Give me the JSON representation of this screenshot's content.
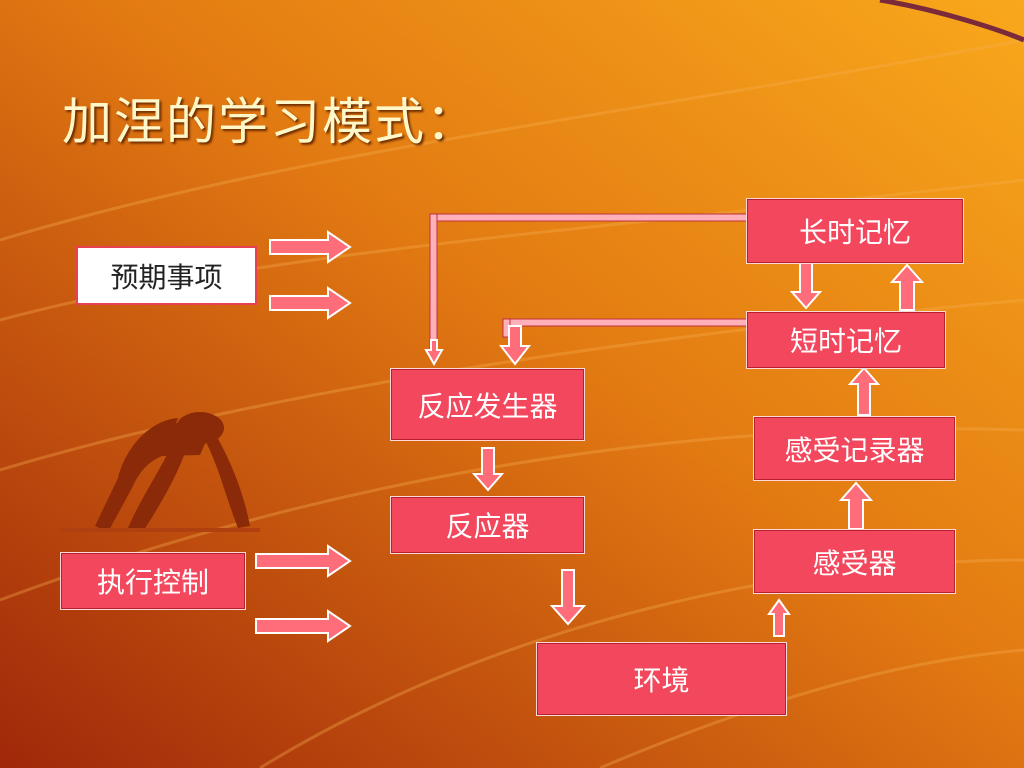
{
  "slide": {
    "title": "加涅的学习模式："
  },
  "nodes": {
    "long_term_memory": "长时记忆",
    "short_term_memory": "短时记忆",
    "sensory_register": "感受记录器",
    "receptor": "感受器",
    "response_generator": "反应发生器",
    "effector": "反应器",
    "environment": "环境",
    "expectancy": "预期事项",
    "executive_control": "执行控制"
  },
  "colors": {
    "background_light": "#f7a21c",
    "background_dark": "#a52f0a",
    "box_fill": "#f2475d",
    "title_text": "#fff7c8"
  },
  "icons": [
    "sprinter-silhouette-icon",
    "arrow-right-icon",
    "arrow-down-icon",
    "arrow-up-icon"
  ]
}
